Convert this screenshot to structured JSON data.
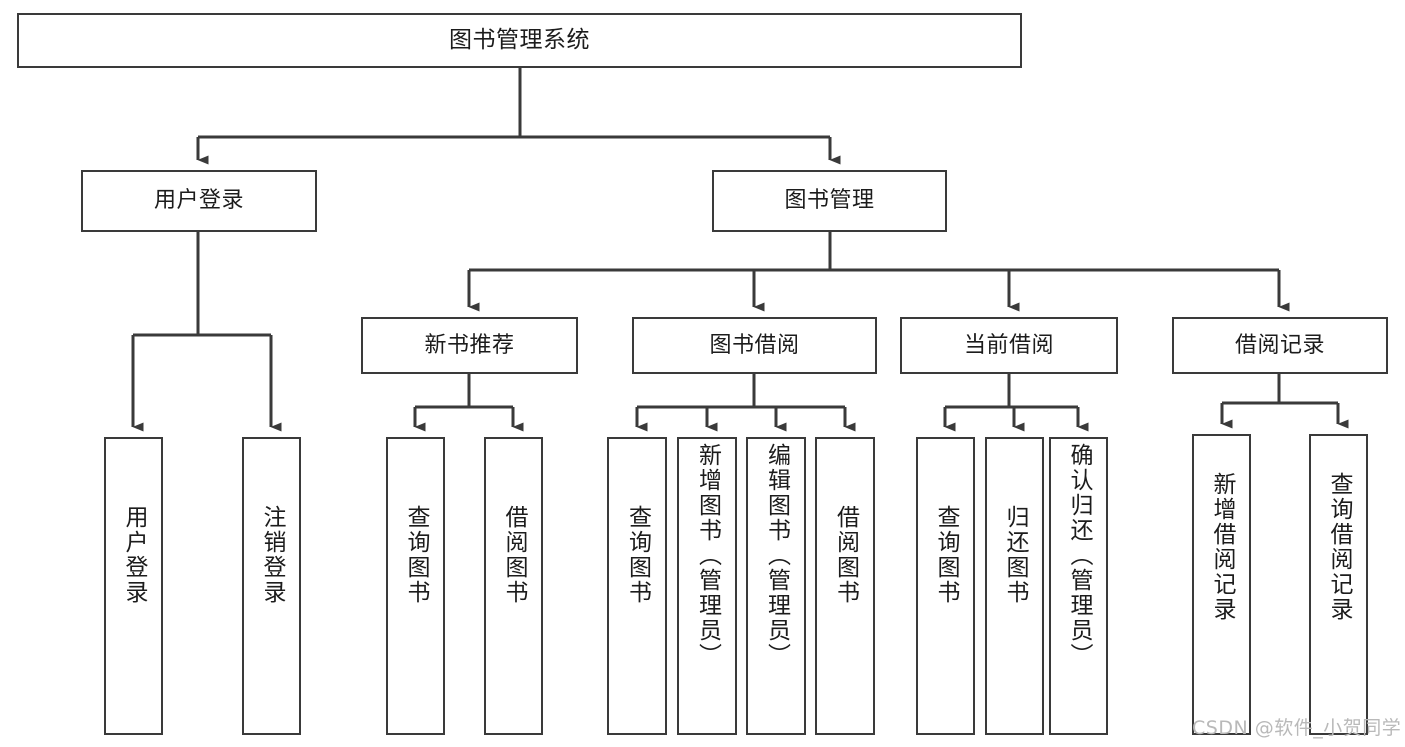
{
  "diagram": {
    "type": "tree-hierarchy",
    "title": "图书管理系统",
    "root": {
      "label": "图书管理系统"
    },
    "level2": [
      {
        "id": "user-login",
        "label": "用户登录"
      },
      {
        "id": "book-management",
        "label": "图书管理"
      }
    ],
    "level3": [
      {
        "id": "new-book-recommend",
        "label": "新书推荐",
        "parent": "book-management"
      },
      {
        "id": "book-borrow",
        "label": "图书借阅",
        "parent": "book-management"
      },
      {
        "id": "current-borrow",
        "label": "当前借阅",
        "parent": "book-management"
      },
      {
        "id": "borrow-record",
        "label": "借阅记录",
        "parent": "book-management"
      }
    ],
    "leaves": [
      {
        "id": "leaf-user-login",
        "label": "用户登录",
        "parent": "user-login"
      },
      {
        "id": "leaf-logout-login",
        "label": "注销登录",
        "parent": "user-login"
      },
      {
        "id": "leaf-query-book-1",
        "label": "查询图书",
        "parent": "new-book-recommend"
      },
      {
        "id": "leaf-borrow-book-1",
        "label": "借阅图书",
        "parent": "new-book-recommend"
      },
      {
        "id": "leaf-query-book-2",
        "label": "查询图书",
        "parent": "book-borrow"
      },
      {
        "id": "leaf-add-book",
        "label": "新增图书（管理员）",
        "parent": "book-borrow"
      },
      {
        "id": "leaf-edit-book",
        "label": "编辑图书（管理员）",
        "parent": "book-borrow"
      },
      {
        "id": "leaf-borrow-book-2",
        "label": "借阅图书",
        "parent": "book-borrow"
      },
      {
        "id": "leaf-query-book-3",
        "label": "查询图书",
        "parent": "current-borrow"
      },
      {
        "id": "leaf-return-book",
        "label": "归还图书",
        "parent": "current-borrow"
      },
      {
        "id": "leaf-confirm-return",
        "label": "确认归还（管理员）",
        "parent": "current-borrow"
      },
      {
        "id": "leaf-add-record",
        "label": "新增借阅记录",
        "parent": "borrow-record"
      },
      {
        "id": "leaf-query-record",
        "label": "查询借阅记录",
        "parent": "borrow-record"
      }
    ],
    "watermark": "CSDN @软件_小贺同学",
    "colors": {
      "stroke": "#3a3a3a",
      "text": "#1c1c1c",
      "background": "#ffffff",
      "watermark": "#b9b9b9"
    }
  }
}
